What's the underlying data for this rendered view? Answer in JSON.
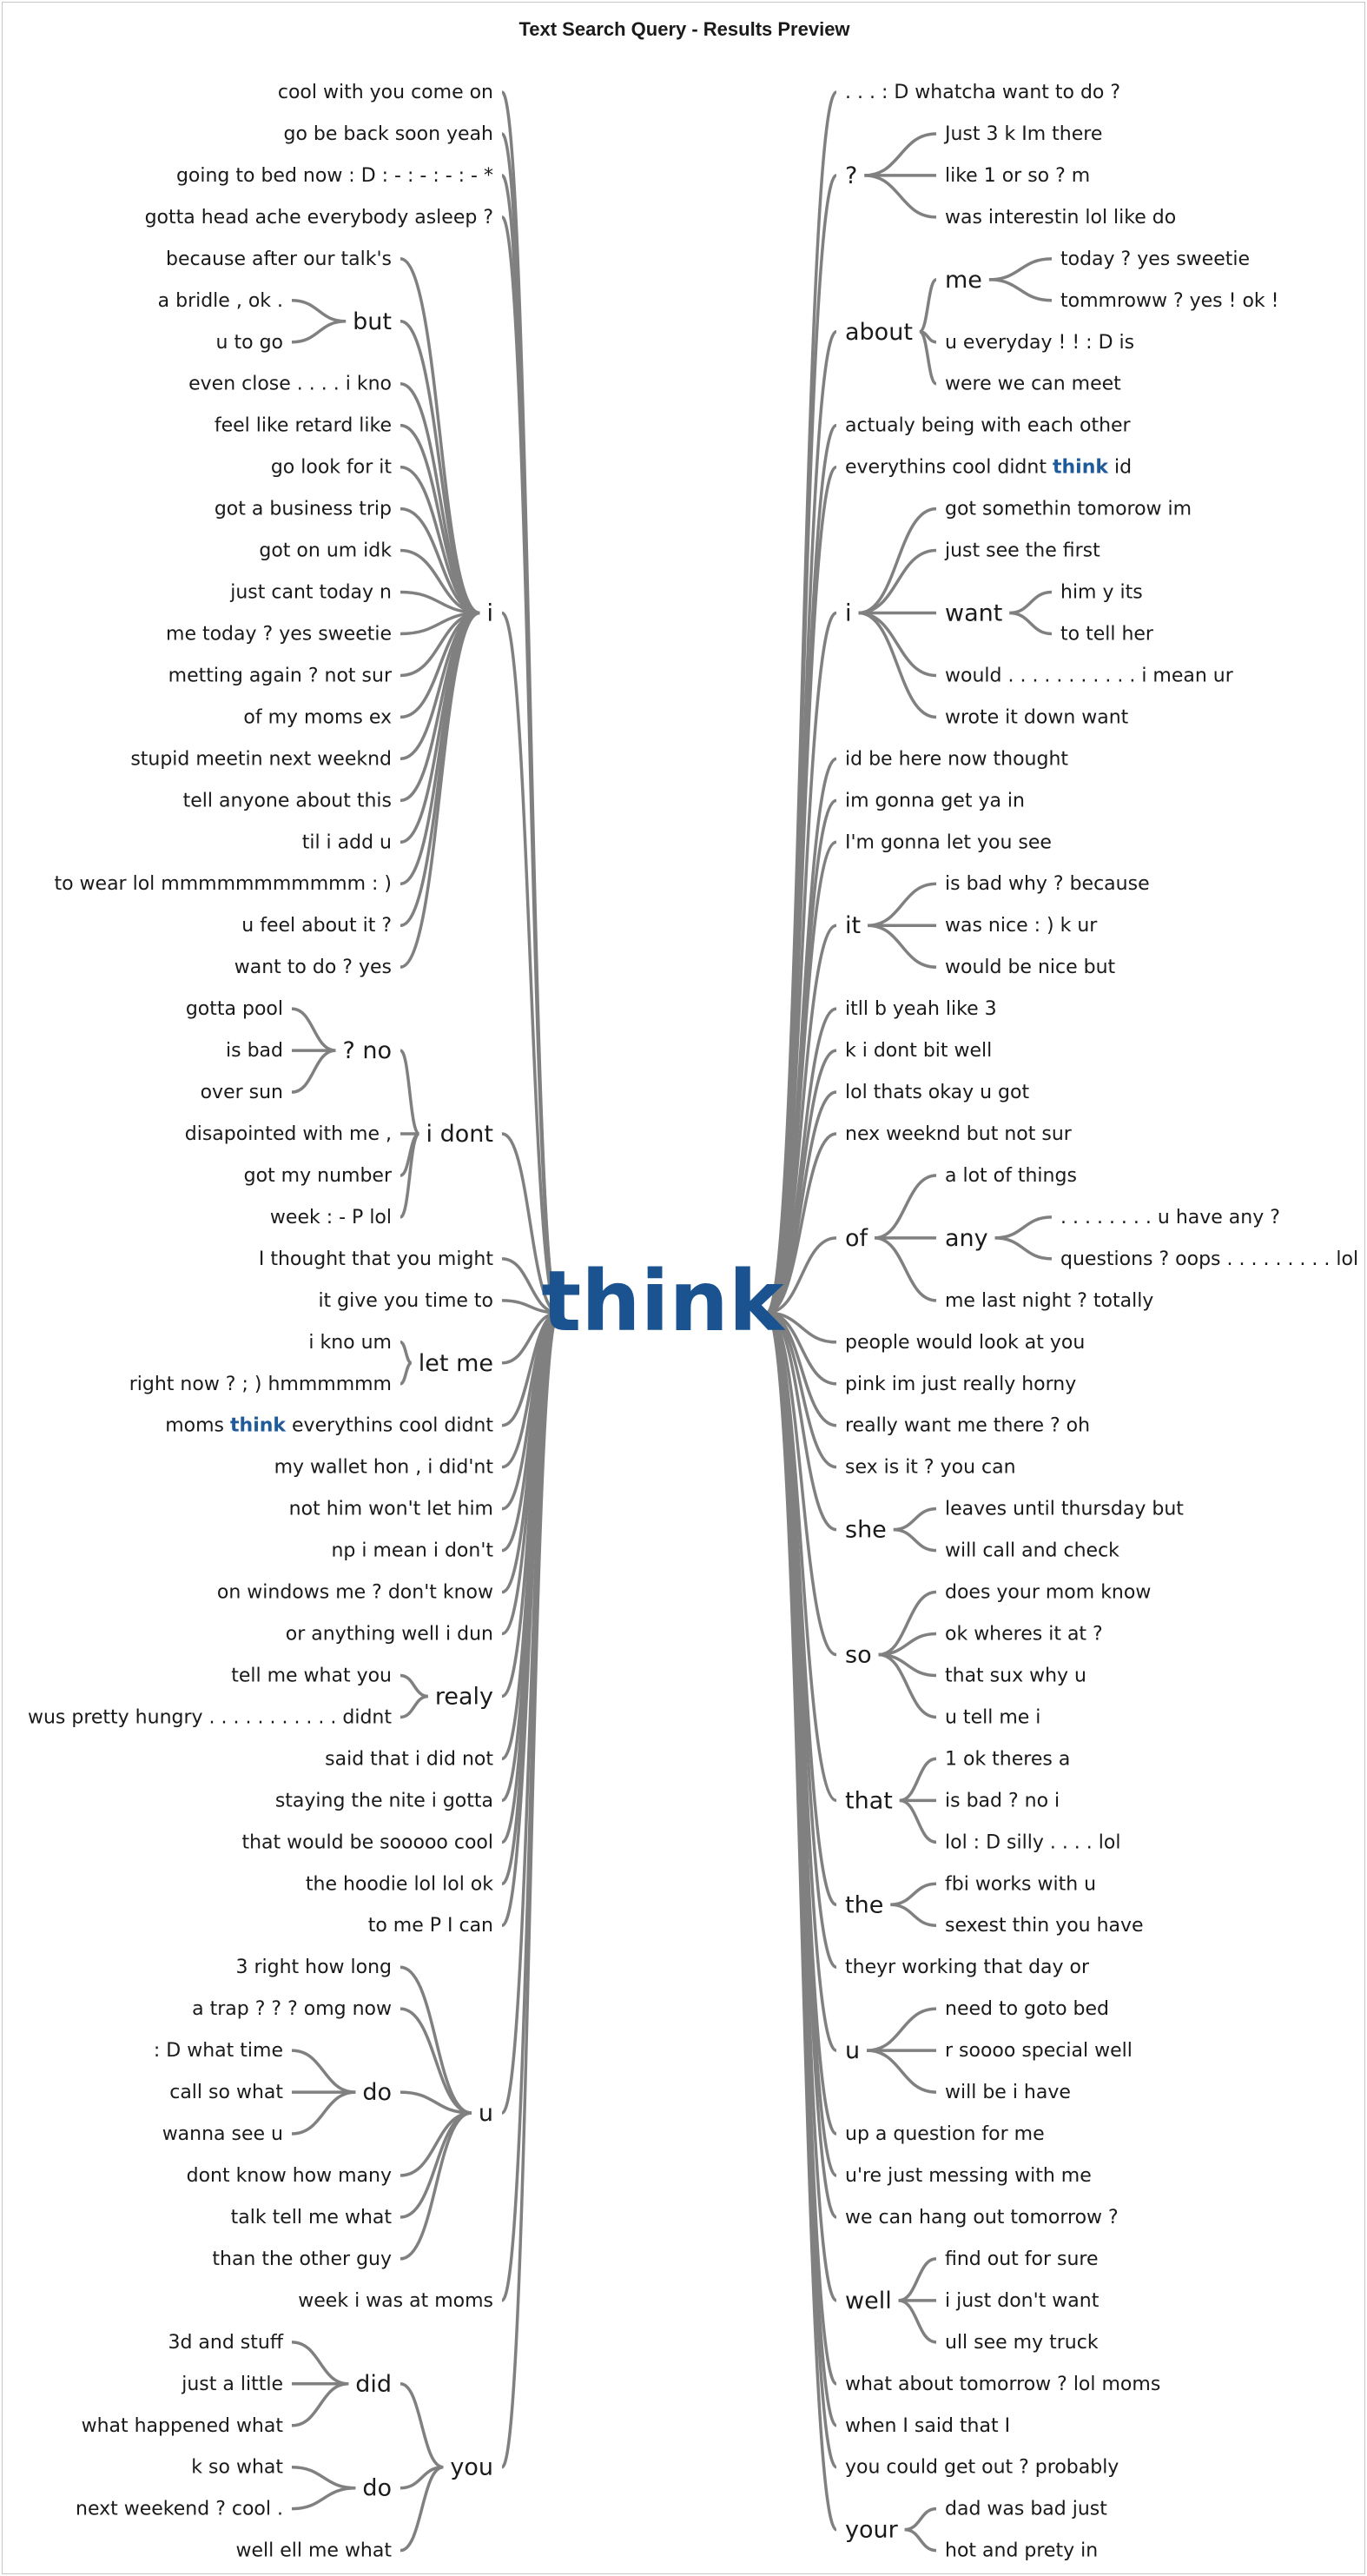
{
  "title": "Text Search Query - Results Preview",
  "root": "think",
  "highlight_color": "#1a5390",
  "left": [
    "cool with you come on",
    "go be back soon yeah",
    "going to bed now : D : - : - : - : - *",
    "gotta head ache everybody asleep ?",
    {
      "label": "i",
      "children": [
        "because after our talk's",
        {
          "label": "but",
          "children": [
            "a bridle , ok .",
            "u to go"
          ]
        },
        "even close . . . . i kno",
        "feel like retard like",
        "go look for it",
        "got a business trip",
        "got on um idk",
        "just cant today n",
        "me today ? yes sweetie",
        "metting again ? not sur",
        "of my moms ex",
        "stupid meetin next weeknd",
        "tell anyone about this",
        "til i add u",
        "to wear lol mmmmmmmmmmm : )",
        "u feel about it ?",
        "want to do ? yes"
      ]
    },
    {
      "label": "i dont",
      "children": [
        {
          "label": "? no",
          "children": [
            "gotta pool",
            "is bad",
            "over sun"
          ]
        },
        "disapointed with me ,",
        "got my number",
        "week : - P lol"
      ]
    },
    "I thought that you might",
    "it give you time to",
    {
      "label": "let me",
      "children": [
        "i kno um",
        "right now ? ; ) hmmmmmm"
      ]
    },
    "moms think everythins cool didnt",
    "my wallet hon , i did'nt",
    "not him won't let him",
    "np i mean i don't",
    "on windows me ? don't know",
    "or anything well i dun",
    {
      "label": "realy",
      "children": [
        "tell me what you",
        "wus pretty hungry . . . . . . . . . . . didnt"
      ]
    },
    "said that i did not",
    "staying the nite i gotta",
    "that would be sooooo cool",
    "the hoodie lol lol ok",
    "to me P I can",
    {
      "label": "u",
      "children": [
        "3 right how long",
        "a trap ? ? ? omg now",
        {
          "label": "do",
          "children": [
            ": D what time",
            "call so what",
            "wanna see u"
          ]
        },
        "dont know how many",
        "talk tell me what",
        "than the other guy"
      ]
    },
    "week i was at moms",
    {
      "label": "you",
      "children": [
        {
          "label": "did",
          "children": [
            "3d and stuff",
            "just a little",
            "what happened what"
          ]
        },
        {
          "label": "do",
          "children": [
            "k so what",
            "next weekend ? cool ."
          ]
        },
        "well ell me what"
      ]
    }
  ],
  "right": [
    ". . . : D whatcha want to do ?",
    {
      "label": "?",
      "children": [
        "Just 3 k Im there",
        "like 1 or so ? m",
        "was interestin lol like do"
      ]
    },
    {
      "label": "about",
      "children": [
        {
          "label": "me",
          "children": [
            "today ? yes sweetie",
            "tommroww ? yes ! ok !"
          ]
        },
        "u everyday ! ! : D is",
        "were we can meet"
      ]
    },
    "actualy being with each other",
    "everythins cool didnt think id",
    {
      "label": "i",
      "children": [
        "got somethin tomorow im",
        "just see the first",
        {
          "label": "want",
          "children": [
            "him y its",
            "to tell her"
          ]
        },
        "would . . . . . . . . . . . i mean ur",
        "wrote it down want"
      ]
    },
    "id be here now thought",
    "im gonna get ya in",
    "I'm gonna let you see",
    {
      "label": "it",
      "children": [
        "is bad why ? because",
        "was nice : ) k ur",
        "would be nice but"
      ]
    },
    "itll b yeah like 3",
    "k i dont bit well",
    "lol thats okay u got",
    "nex weeknd but not sur",
    {
      "label": "of",
      "children": [
        "a lot of things",
        {
          "label": "any",
          "children": [
            ". . . . . . . . u have any ?",
            "questions ? oops . . . . . . . . . lol"
          ]
        },
        "me last night ? totally"
      ]
    },
    "people would look at you",
    "pink im just really horny",
    "really want me there ? oh",
    "sex is it ? you can",
    {
      "label": "she",
      "children": [
        "leaves until thursday but",
        "will call and check"
      ]
    },
    {
      "label": "so",
      "children": [
        "does your mom know",
        "ok wheres it at ?",
        "that sux why u",
        "u tell me i"
      ]
    },
    {
      "label": "that",
      "children": [
        "1 ok theres a",
        "is bad ? no i",
        "lol : D silly . . . . lol"
      ]
    },
    {
      "label": "the",
      "children": [
        "fbi works with u",
        "sexest thin you have"
      ]
    },
    "theyr working that day or",
    {
      "label": "u",
      "children": [
        "need to goto bed",
        "r soooo special well",
        "will be i have"
      ]
    },
    "up a question for me",
    "u're just messing with me",
    "we can hang out tomorrow ?",
    {
      "label": "well",
      "children": [
        "find out for sure",
        "i just don't want",
        "ull see my truck"
      ]
    },
    "what about tomorrow ? lol moms",
    "when I said that I",
    "you could get out ? probably",
    {
      "label": "your",
      "children": [
        "dad was bad just",
        "hot and prety in"
      ]
    }
  ]
}
